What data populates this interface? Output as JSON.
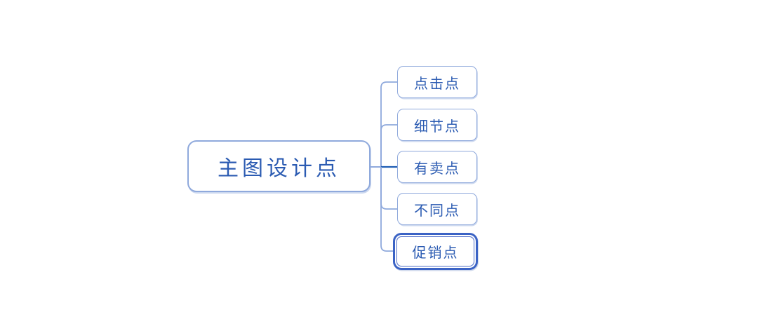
{
  "diagram": {
    "type": "mindmap",
    "root": {
      "label": "主图设计点"
    },
    "children": [
      {
        "label": "点击点",
        "selected": false
      },
      {
        "label": "细节点",
        "selected": false
      },
      {
        "label": "有卖点",
        "selected": false
      },
      {
        "label": "不同点",
        "selected": false
      },
      {
        "label": "促销点",
        "selected": true
      }
    ],
    "colors": {
      "node_border": "#8FA9DC",
      "node_text": "#2B5BB2",
      "connector_light": "#8FA9DC",
      "connector_dark": "#1E5CB3",
      "selection_border": "#3B63C5",
      "background": "#FFFFFF"
    }
  }
}
